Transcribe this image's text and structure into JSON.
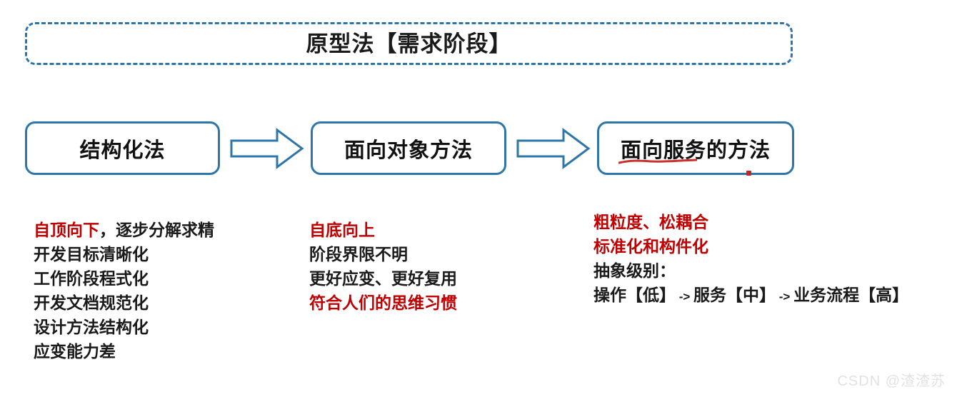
{
  "colors": {
    "box_border": "#2e75a8",
    "arrow_stroke": "#2e75a8",
    "accent_red": "#c00000",
    "text_black": "#1a1a1a",
    "background": "#ffffff",
    "watermark": "#e2e2e2"
  },
  "title": {
    "text": "原型法【需求阶段】"
  },
  "boxes": [
    {
      "label": "结构化法"
    },
    {
      "label": "面向对象方法"
    },
    {
      "label": "面向服务的方法"
    }
  ],
  "arrows": [
    {
      "name": "arrow-structured-to-oo"
    },
    {
      "name": "arrow-oo-to-soa"
    }
  ],
  "annotations": {
    "red_underline_target": "面向服务",
    "red_dot": "•"
  },
  "columns": [
    {
      "name": "structured-method-notes",
      "lines": [
        {
          "parts": [
            {
              "text": "自顶向下",
              "color": "red"
            },
            {
              "text": "，逐步分解求精",
              "color": "black"
            }
          ]
        },
        {
          "parts": [
            {
              "text": "开发目标清晰化",
              "color": "black"
            }
          ]
        },
        {
          "parts": [
            {
              "text": "工作阶段程式化",
              "color": "black"
            }
          ]
        },
        {
          "parts": [
            {
              "text": "开发文档规范化",
              "color": "black"
            }
          ]
        },
        {
          "parts": [
            {
              "text": "设计方法结构化",
              "color": "black"
            }
          ]
        },
        {
          "parts": [
            {
              "text": "应变能力差",
              "color": "black"
            }
          ]
        }
      ]
    },
    {
      "name": "object-oriented-method-notes",
      "lines": [
        {
          "parts": [
            {
              "text": "自底向上",
              "color": "red"
            }
          ]
        },
        {
          "parts": [
            {
              "text": "阶段界限不明",
              "color": "black"
            }
          ]
        },
        {
          "parts": [
            {
              "text": "更好应变、更好复用",
              "color": "black"
            }
          ]
        },
        {
          "parts": [
            {
              "text": "符合人们的思维习惯",
              "color": "red"
            }
          ]
        }
      ]
    },
    {
      "name": "service-oriented-method-notes",
      "lines": [
        {
          "parts": [
            {
              "text": "粗粒度、松耦合",
              "color": "red"
            }
          ]
        },
        {
          "parts": [
            {
              "text": "标准化和构件化",
              "color": "red"
            }
          ]
        },
        {
          "parts": [
            {
              "text": "抽象级别：",
              "color": "black"
            }
          ]
        },
        {
          "parts": [
            {
              "text": "操作【低】",
              "color": "black"
            },
            {
              "text": " -> ",
              "color": "black",
              "small": true
            },
            {
              "text": "服务【中】",
              "color": "black"
            },
            {
              "text": " -> ",
              "color": "black",
              "small": true
            },
            {
              "text": "业务流程【高】",
              "color": "black"
            }
          ]
        }
      ]
    }
  ],
  "watermark": {
    "text": "CSDN @渣渣苏"
  }
}
